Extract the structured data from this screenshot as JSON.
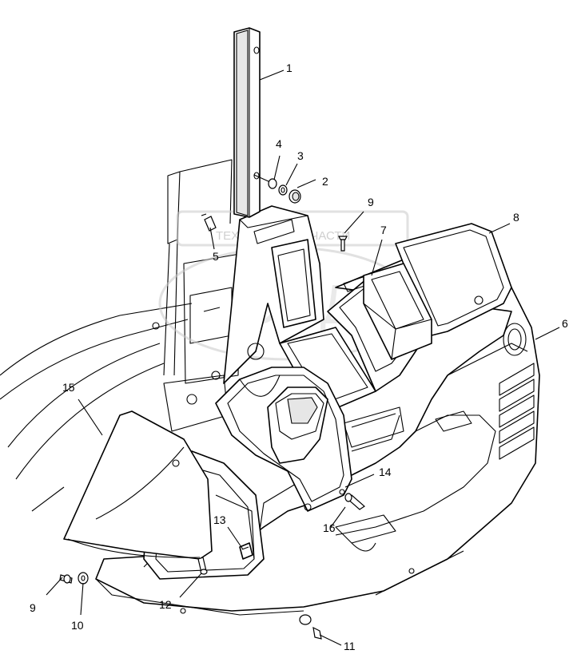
{
  "watermark": {
    "text": "ТЕХНИКА И ЗАПЧАСТИ",
    "logo": "ЭПД"
  },
  "callouts": [
    {
      "id": "c1",
      "label": "1"
    },
    {
      "id": "c2",
      "label": "2"
    },
    {
      "id": "c3",
      "label": "3"
    },
    {
      "id": "c4",
      "label": "4"
    },
    {
      "id": "c5",
      "label": "5"
    },
    {
      "id": "c6",
      "label": "6"
    },
    {
      "id": "c7",
      "label": "7"
    },
    {
      "id": "c8",
      "label": "8"
    },
    {
      "id": "c9a",
      "label": "9"
    },
    {
      "id": "c9b",
      "label": "9"
    },
    {
      "id": "c10",
      "label": "10"
    },
    {
      "id": "c11",
      "label": "11"
    },
    {
      "id": "c12",
      "label": "12"
    },
    {
      "id": "c13",
      "label": "13"
    },
    {
      "id": "c14",
      "label": "14"
    },
    {
      "id": "c15",
      "label": "15"
    },
    {
      "id": "c16",
      "label": "16"
    }
  ]
}
